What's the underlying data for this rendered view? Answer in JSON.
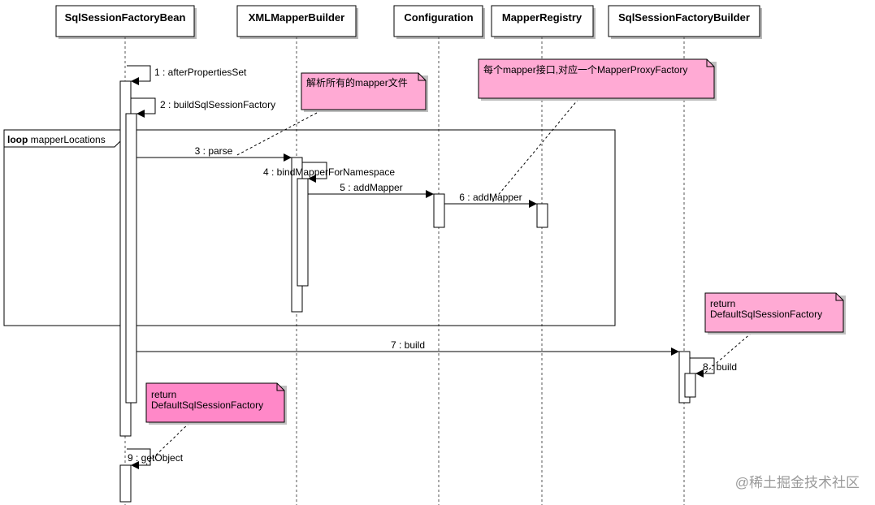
{
  "lifelines": [
    {
      "id": "bean",
      "label": "SqlSessionFactoryBean"
    },
    {
      "id": "xml",
      "label": "XMLMapperBuilder"
    },
    {
      "id": "config",
      "label": "Configuration"
    },
    {
      "id": "registry",
      "label": "MapperRegistry"
    },
    {
      "id": "builder",
      "label": "SqlSessionFactoryBuilder"
    }
  ],
  "messages": [
    {
      "label": "1 : afterPropertiesSet"
    },
    {
      "label": "2 : buildSqlSessionFactory"
    },
    {
      "label": "3 : parse"
    },
    {
      "label": "4 : bindMapperForNamespace"
    },
    {
      "label": "5 : addMapper"
    },
    {
      "label": "6 : addMapper"
    },
    {
      "label": "7 : build"
    },
    {
      "label": "8 : build"
    },
    {
      "label": "9 : getObject"
    }
  ],
  "loop": {
    "keyword": "loop",
    "condition": "mapperLocations"
  },
  "notes": [
    {
      "id": "parse-note",
      "lines": [
        "解析所有的mapper文件"
      ],
      "color": "#ffaad4"
    },
    {
      "id": "proxy-note",
      "lines": [
        "每个mapper接口,对应一个MapperProxyFactory"
      ],
      "color": "#ffaad4"
    },
    {
      "id": "return-builder-note",
      "lines": [
        "return",
        "DefaultSqlSessionFactory"
      ],
      "color": "#ffaad4"
    },
    {
      "id": "return-bean-note",
      "lines": [
        "return",
        "DefaultSqlSessionFactory"
      ],
      "color": "#ff88c8"
    }
  ],
  "watermark": "@稀土掘金技术社区"
}
